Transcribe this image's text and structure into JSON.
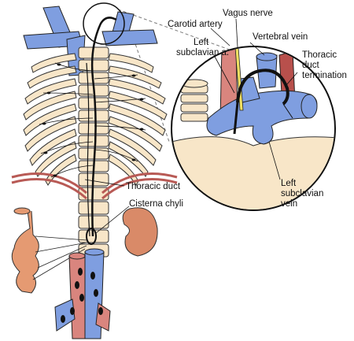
{
  "labels": {
    "carotid_artery": "Carotid artery",
    "vagus_nerve": "Vagus nerve",
    "vertebral_vein": "Vertebral vein",
    "left_subclavian_a_line1": "Left",
    "left_subclavian_a_line2": "subclavian a.",
    "thoracic_duct_termination_line1": "Thoracic",
    "thoracic_duct_termination_line2": "duct",
    "thoracic_duct_termination_line3": "termination",
    "thoracic_duct": "Thoracic duct",
    "cisterna_chyli": "Cisterna chyli",
    "left_subclavian_vein_line1": "Left",
    "left_subclavian_vein_line2": "subclavian",
    "left_subclavian_vein_line3": "vein"
  },
  "colors": {
    "vein": "#7f9ee0",
    "artery": "#d9857e",
    "bone": "#f8e6c8",
    "organ": "#e59a72",
    "kidney": "#d98a68",
    "duct": "#111111",
    "nerve": "#f0e063"
  }
}
